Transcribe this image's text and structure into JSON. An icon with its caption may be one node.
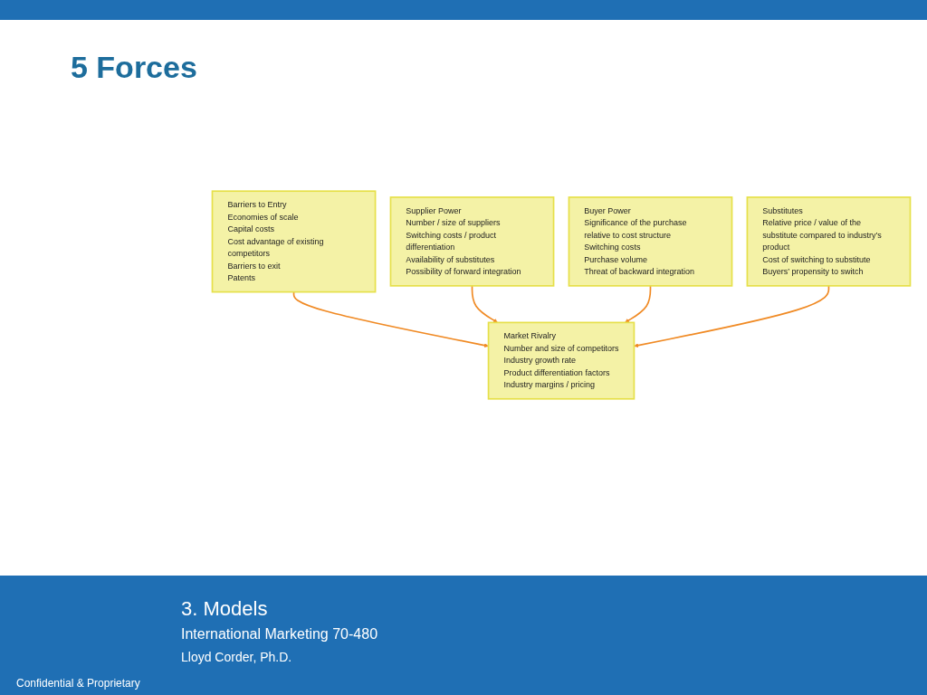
{
  "diagram": {
    "title": "5 Forces",
    "nodes": [
      {
        "text": [
          "Barriers to Entry",
          "Economies of scale",
          "Capital costs",
          "Cost advantage of existing competitors",
          "Barriers to exit",
          "Patents"
        ]
      },
      {
        "text": [
          "Supplier Power",
          "Number / size of suppliers",
          "Switching costs / product differentiation",
          "Availability of substitutes",
          "Possibility of forward integration"
        ]
      },
      {
        "text": [
          "Market Rivalry",
          "Number and size of competitors",
          "Industry growth rate",
          "Product differentiation factors",
          "Industry margins / pricing"
        ]
      },
      {
        "text": [
          "Buyer Power",
          "Significance of the purchase relative to cost structure",
          "Switching costs",
          "Purchase volume",
          "Threat of backward integration"
        ]
      },
      {
        "text": [
          "Substitutes",
          "Relative price / value of the substitute compared to industry’s product",
          "Cost of switching to substitute",
          "Buyers’ propensity to switch"
        ]
      }
    ],
    "edges": [
      {
        "from": 0,
        "to": 2,
        "arrow": "to"
      },
      {
        "from": 1,
        "to": 2,
        "arrow": "to"
      },
      {
        "from": 3,
        "to": 2,
        "arrow": "to"
      },
      {
        "from": 4,
        "to": 2,
        "arrow": "to"
      }
    ],
    "labels": [
      "3. Models",
      "International Marketing 70-480",
      "Lloyd Corder, Ph.D.",
      "Confidential & Proprietary"
    ]
  }
}
